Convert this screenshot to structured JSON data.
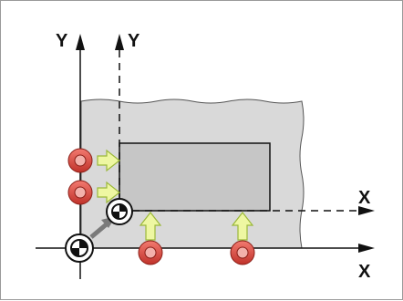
{
  "labels": {
    "y_machine": "Y",
    "y_workpiece": "Y",
    "x_workpiece": "X",
    "x_machine": "X"
  },
  "colors": {
    "stock_fill": "#d9d9d9",
    "part_fill": "#c6c6c6",
    "axis": "#111111",
    "dashed_axis": "#111111",
    "probe_red": "#d9463c",
    "probe_highlight": "#f3b1ab",
    "arrow_fill": "#eef7a2",
    "arrow_stroke": "#9bb83a",
    "shift_arrow": "#7a7a7a"
  },
  "icons": {
    "probe": "probe-contact-icon",
    "datum": "datum-crosshair-icon"
  }
}
